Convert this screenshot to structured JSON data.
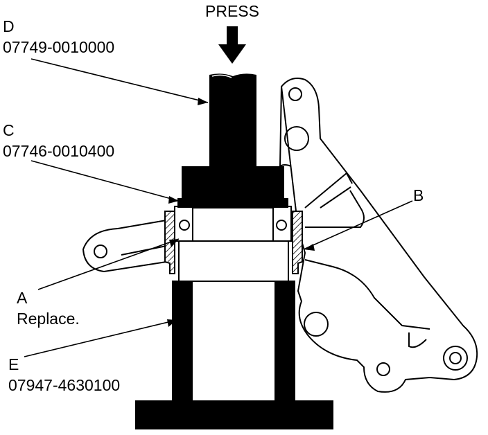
{
  "diagram": {
    "press_label": "PRESS",
    "parts": {
      "d": {
        "letter": "D",
        "part_number": "07749-0010000"
      },
      "c": {
        "letter": "C",
        "part_number": "07746-0010400"
      },
      "b": {
        "letter": "B"
      },
      "a": {
        "letter": "A",
        "note": "Replace."
      },
      "e": {
        "letter": "E",
        "part_number": "07947-4630100"
      }
    }
  }
}
